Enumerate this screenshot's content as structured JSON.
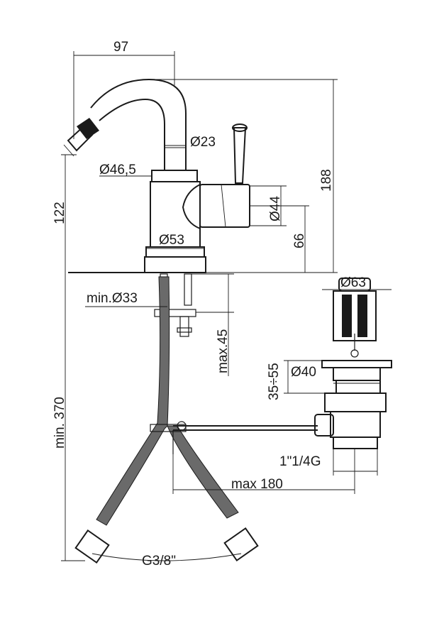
{
  "drawing": {
    "dimensions": {
      "spout_reach": "97",
      "total_height": "188",
      "body_to_spout_height": "122",
      "spout_diameter": "Ø23",
      "collar_diameter": "Ø46,5",
      "cartridge_diameter": "Ø44",
      "body_height": "66",
      "base_diameter": "Ø53",
      "min_hole_diameter": "min.Ø33",
      "max_deck_thickness": "max.45",
      "min_hose_length": "min. 370",
      "waste_cap_diameter": "Ø63",
      "waste_height_range": "35÷55",
      "waste_body_diameter": "Ø40",
      "waste_thread": "1\"1/4G",
      "max_rod_reach": "max 180",
      "hose_connection": "G3/8\""
    }
  }
}
